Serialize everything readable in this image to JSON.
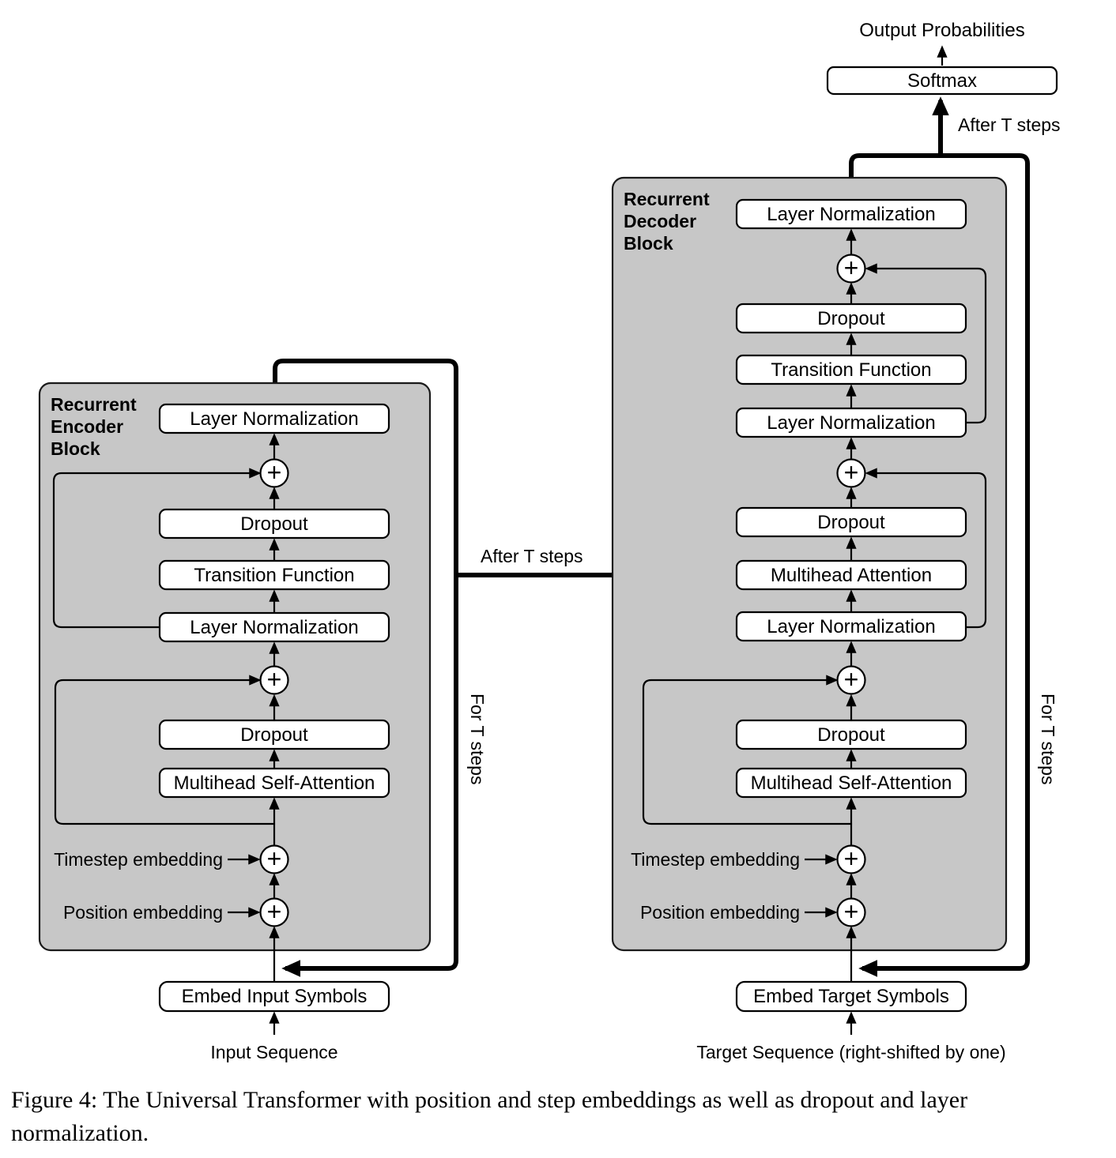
{
  "figure": {
    "output_probabilities": "Output Probabilities",
    "softmax": "Softmax",
    "after_t_steps_top": "After T steps",
    "after_t_steps_mid": "After T steps",
    "plus": "+",
    "encoder": {
      "title_line1": "Recurrent",
      "title_line2": "Encoder",
      "title_line3": "Block",
      "layer_norm_top": "Layer Normalization",
      "dropout_top": "Dropout",
      "transition_function": "Transition Function",
      "layer_norm_mid": "Layer Normalization",
      "dropout_bottom": "Dropout",
      "multihead_self_attention": "Multihead Self-Attention",
      "timestep_embedding": "Timestep embedding",
      "position_embedding": "Position embedding",
      "embed_symbols": "Embed Input Symbols",
      "sequence": "Input Sequence",
      "for_t_steps": "For T steps"
    },
    "decoder": {
      "title_line1": "Recurrent",
      "title_line2": "Decoder",
      "title_line3": "Block",
      "layer_norm_top": "Layer Normalization",
      "dropout_1": "Dropout",
      "transition_function": "Transition Function",
      "layer_norm_2": "Layer Normalization",
      "dropout_2": "Dropout",
      "multihead_attention": "Multihead Attention",
      "layer_norm_3": "Layer Normalization",
      "dropout_3": "Dropout",
      "multihead_self_attention": "Multihead Self-Attention",
      "timestep_embedding": "Timestep embedding",
      "position_embedding": "Position embedding",
      "embed_symbols": "Embed Target Symbols",
      "sequence": "Target Sequence (right-shifted by one)",
      "for_t_steps": "For T steps"
    }
  },
  "caption": {
    "line1": "Figure 4: The Universal Transformer with position and step embeddings as well as dropout and layer",
    "line2": "normalization."
  },
  "colors": {
    "block_fill": "#c7c7c7",
    "line": "#000000"
  }
}
